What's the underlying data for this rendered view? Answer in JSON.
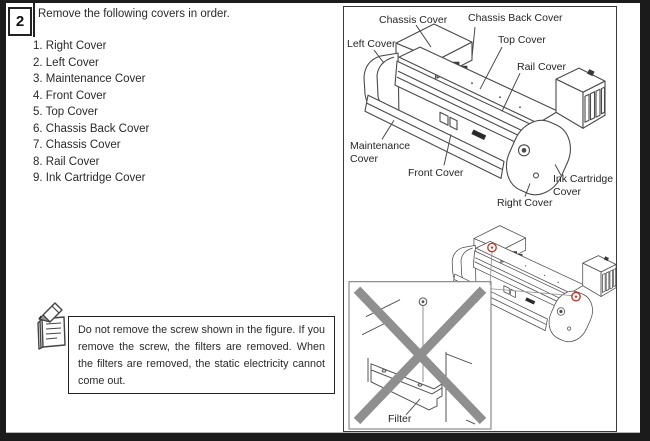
{
  "page": {
    "step_number": "2",
    "instruction": "Remove the following covers in order."
  },
  "cover_list": {
    "items": [
      "1. Right Cover",
      "2. Left Cover",
      "3. Maintenance Cover",
      "4. Front Cover",
      "5. Top Cover",
      "6. Chassis Back Cover",
      "7. Chassis Cover",
      "8. Rail Cover",
      "9. Ink Cartridge Cover"
    ]
  },
  "note": {
    "icon": "memo-pencil-icon",
    "text": "Do not remove the screw shown in the figure.  If you remove the screw, the filters are removed.  When the filters are removed, the static electricity cannot come out."
  },
  "diagram": {
    "labels": {
      "chassis_cover": "Chassis Cover",
      "chassis_back_cover": "Chassis Back Cover",
      "left_cover": "Left Cover",
      "top_cover": "Top Cover",
      "rail_cover": "Rail Cover",
      "maintenance_cover": "Maintenance Cover",
      "front_cover": "Front Cover",
      "right_cover": "Right Cover",
      "ink_cartridge_cover": "Ink Cartridge Cover",
      "filter": "Filter"
    },
    "highlight_color": "#c23b2a",
    "cross_color": "#8f8f8f",
    "line_color": "#4a4a4a"
  }
}
